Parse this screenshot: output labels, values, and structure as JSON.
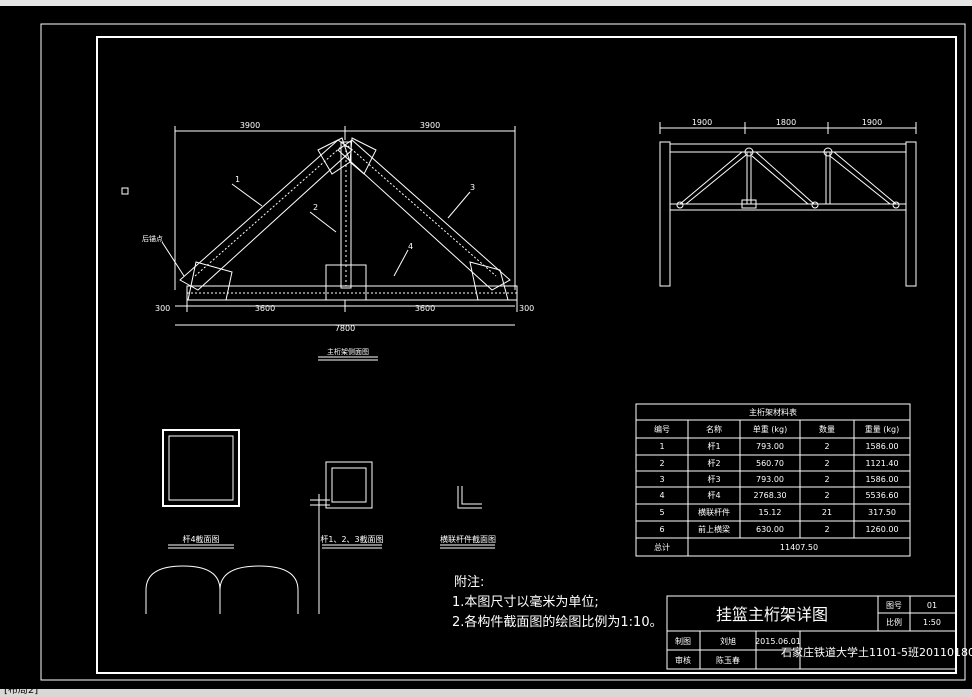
{
  "app": {
    "status_tab": "[布局2]"
  },
  "truss_elevation": {
    "dims_top": [
      "3900",
      "3900"
    ],
    "dims_bottom": [
      "3600",
      "3600"
    ],
    "dim_left_end": "300",
    "dim_right_end": "300",
    "dim_total": "7800",
    "member_tags": [
      "1",
      "2",
      "3",
      "4"
    ],
    "label_rear_anchor": "后锚点",
    "caption": "主桁架侧面图"
  },
  "side_elevation": {
    "dims_top": [
      "1900",
      "1800",
      "1900"
    ]
  },
  "sections": {
    "large_caption": "杆4截面图",
    "small_caption": "杆1、2、3截面图",
    "angle_caption": "横联杆件截面图"
  },
  "notes": {
    "title": "附注:",
    "items": [
      "1.本图尺寸以毫米为单位;",
      "2.各构件截面图的绘图比例为1:10。"
    ]
  },
  "material_table": {
    "title": "主桁架材料表",
    "headers": [
      "编号",
      "名称",
      "单重 (kg)",
      "数量",
      "重量 (kg)"
    ],
    "rows": [
      [
        "1",
        "杆1",
        "793.00",
        "2",
        "1586.00"
      ],
      [
        "2",
        "杆2",
        "560.70",
        "2",
        "1121.40"
      ],
      [
        "3",
        "杆3",
        "793.00",
        "2",
        "1586.00"
      ],
      [
        "4",
        "杆4",
        "2768.30",
        "2",
        "5536.60"
      ],
      [
        "5",
        "横联杆件",
        "15.12",
        "21",
        "317.50"
      ],
      [
        "6",
        "前上横梁",
        "630.00",
        "2",
        "1260.00"
      ]
    ],
    "total_label": "总计",
    "total_value": "11407.50"
  },
  "title_block": {
    "title": "挂篮主桁架详图",
    "drawing_no_label": "图号",
    "drawing_no": "01",
    "scale_label": "比例",
    "scale": "1:50",
    "designer_label": "制图",
    "designer": "刘旭",
    "reviewer_label": "审核",
    "reviewer": "陈玉春",
    "date": "2015.06.01",
    "school": "石家庄铁道大学土1101-5班20110180"
  },
  "colors": {
    "line": "#ffffff",
    "background": "#000000"
  }
}
